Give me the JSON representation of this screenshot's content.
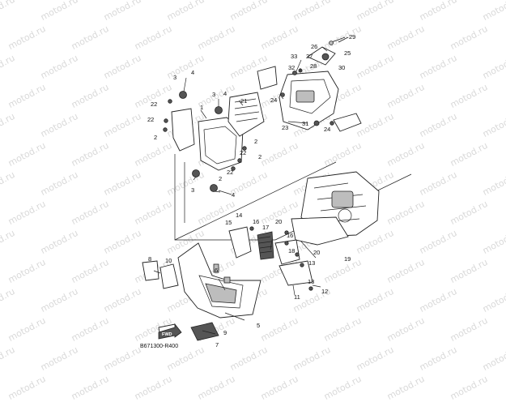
{
  "watermark": {
    "text": "motod.ru"
  },
  "reference_code": "B671300-R400",
  "fwd_label": "FWD",
  "callouts": [
    {
      "id": "c29",
      "text": "29"
    },
    {
      "id": "c26",
      "text": "26"
    },
    {
      "id": "c25",
      "text": "25"
    },
    {
      "id": "c33",
      "text": "33"
    },
    {
      "id": "c27",
      "text": "27"
    },
    {
      "id": "c32",
      "text": "32"
    },
    {
      "id": "c28",
      "text": "28"
    },
    {
      "id": "c30",
      "text": "30"
    },
    {
      "id": "c24a",
      "text": "24"
    },
    {
      "id": "c23",
      "text": "23"
    },
    {
      "id": "c31",
      "text": "31"
    },
    {
      "id": "c24b",
      "text": "24"
    },
    {
      "id": "c4a",
      "text": "4"
    },
    {
      "id": "c3a",
      "text": "3"
    },
    {
      "id": "c4b",
      "text": "4"
    },
    {
      "id": "c3b",
      "text": "3"
    },
    {
      "id": "c21",
      "text": "21"
    },
    {
      "id": "c22a",
      "text": "22"
    },
    {
      "id": "c1",
      "text": "1"
    },
    {
      "id": "c22b",
      "text": "22"
    },
    {
      "id": "c2a",
      "text": "2"
    },
    {
      "id": "c2b",
      "text": "2"
    },
    {
      "id": "c22c",
      "text": "22"
    },
    {
      "id": "c2c",
      "text": "2"
    },
    {
      "id": "c22d",
      "text": "22"
    },
    {
      "id": "c2d",
      "text": "2"
    },
    {
      "id": "c3c",
      "text": "3"
    },
    {
      "id": "c4c",
      "text": "4"
    },
    {
      "id": "c14",
      "text": "14"
    },
    {
      "id": "c15",
      "text": "15"
    },
    {
      "id": "c16a",
      "text": "16"
    },
    {
      "id": "c17",
      "text": "17"
    },
    {
      "id": "c20a",
      "text": "20"
    },
    {
      "id": "c16b",
      "text": "16"
    },
    {
      "id": "c18",
      "text": "18"
    },
    {
      "id": "c20b",
      "text": "20"
    },
    {
      "id": "c13a",
      "text": "13"
    },
    {
      "id": "c19",
      "text": "19"
    },
    {
      "id": "c8",
      "text": "8"
    },
    {
      "id": "c10",
      "text": "10"
    },
    {
      "id": "c6",
      "text": "6"
    },
    {
      "id": "c13b",
      "text": "13"
    },
    {
      "id": "c12",
      "text": "12"
    },
    {
      "id": "c11",
      "text": "11"
    },
    {
      "id": "c5",
      "text": "5"
    },
    {
      "id": "c9",
      "text": "9"
    },
    {
      "id": "c7",
      "text": "7"
    }
  ]
}
